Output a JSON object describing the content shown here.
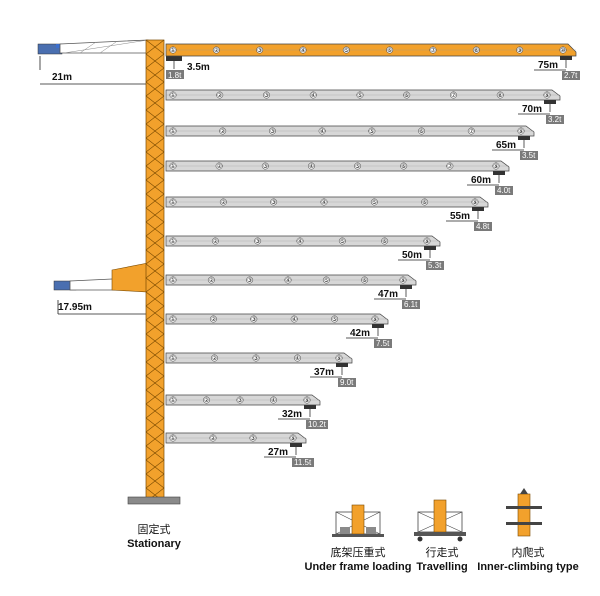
{
  "colors": {
    "mast": "#f2a12c",
    "jib_long": "#f2a12c",
    "jib_short": "#d7d7d7",
    "outline": "#444444",
    "badge": "#7a7a7a",
    "base": "#8a8a8a",
    "counter_blue": "#3b6fd0"
  },
  "counter_jibs": [
    {
      "length": "21m"
    },
    {
      "length": "17.95m"
    }
  ],
  "min_radius": {
    "radius": "3.5m",
    "load": "1.8t"
  },
  "jibs": [
    {
      "length": "75m",
      "tip_load": "2.7t",
      "sections": [
        "①",
        "②",
        "③",
        "④",
        "⑤",
        "⑥",
        "⑦",
        "⑧",
        "⑨",
        "⑩"
      ]
    },
    {
      "length": "70m",
      "tip_load": "3.2t",
      "sections": [
        "①",
        "②",
        "③",
        "④",
        "⑤",
        "⑥",
        "⑦",
        "⑧",
        "⑨"
      ]
    },
    {
      "length": "65m",
      "tip_load": "3.5t",
      "sections": [
        "①",
        "②",
        "③",
        "④",
        "⑤",
        "⑥",
        "⑦",
        "⑨"
      ]
    },
    {
      "length": "60m",
      "tip_load": "4.0t",
      "sections": [
        "①",
        "②",
        "③",
        "④",
        "⑤",
        "⑥",
        "⑦",
        "⑨"
      ]
    },
    {
      "length": "55m",
      "tip_load": "4.8t",
      "sections": [
        "①",
        "②",
        "③",
        "④",
        "⑤",
        "⑥",
        "⑨"
      ]
    },
    {
      "length": "50m",
      "tip_load": "5.3t",
      "sections": [
        "①",
        "②",
        "③",
        "④",
        "⑤",
        "⑥",
        "⑨"
      ]
    },
    {
      "length": "47m",
      "tip_load": "6.1t",
      "sections": [
        "①",
        "②",
        "③",
        "④",
        "⑤",
        "⑥",
        "⑨"
      ]
    },
    {
      "length": "42m",
      "tip_load": "7.5t",
      "sections": [
        "①",
        "②",
        "③",
        "④",
        "⑤",
        "⑨"
      ]
    },
    {
      "length": "37m",
      "tip_load": "9.0t",
      "sections": [
        "①",
        "②",
        "③",
        "④",
        "⑨"
      ]
    },
    {
      "length": "32m",
      "tip_load": "10.2t",
      "sections": [
        "①",
        "②",
        "③",
        "④",
        "⑨"
      ]
    },
    {
      "length": "27m",
      "tip_load": "11.5t",
      "sections": [
        "①",
        "②",
        "③",
        "⑨"
      ]
    }
  ],
  "base_types": {
    "stationary_cn": "固定式",
    "stationary_en": "Stationary",
    "under_frame_cn": "底架压重式",
    "under_frame_en": "Under frame loading",
    "travelling_cn": "行走式",
    "travelling_en": "Travelling",
    "inner_cn": "内爬式",
    "inner_en": "Inner-climbing type"
  }
}
